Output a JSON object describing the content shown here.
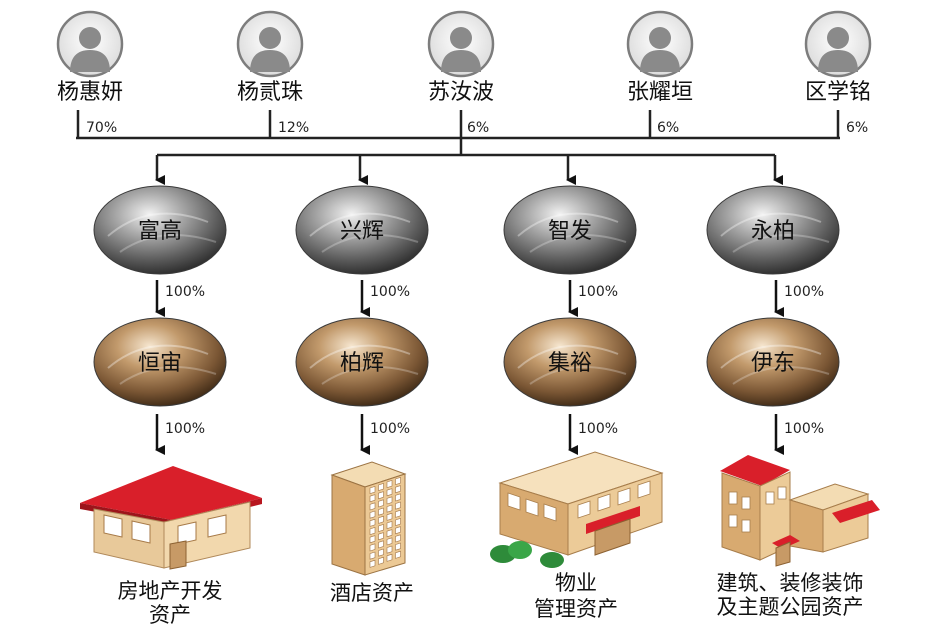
{
  "shareholders": [
    {
      "name": "杨惠妍",
      "share": "70%"
    },
    {
      "name": "杨贰珠",
      "share": "12%"
    },
    {
      "name": "苏汝波",
      "share": "6%"
    },
    {
      "name": "张耀垣",
      "share": "6%"
    },
    {
      "name": "区学铭",
      "share": "6%"
    }
  ],
  "holding_companies": [
    {
      "name": "富高",
      "share": "100%"
    },
    {
      "name": "兴辉",
      "share": "100%"
    },
    {
      "name": "智发",
      "share": "100%"
    },
    {
      "name": "永柏",
      "share": "100%"
    }
  ],
  "subsidiaries": [
    {
      "name": "恒宙",
      "share": "100%"
    },
    {
      "name": "柏辉",
      "share": "100%"
    },
    {
      "name": "集裕",
      "share": "100%"
    },
    {
      "name": "伊东",
      "share": "100%"
    }
  ],
  "assets": [
    {
      "line1": "房地产开发",
      "line2": "资产",
      "icon": "house-icon"
    },
    {
      "line1": "酒店资产",
      "line2": "",
      "icon": "hotel-building-icon"
    },
    {
      "line1": "物业",
      "line2": "管理资产",
      "icon": "property-management-building-icon"
    },
    {
      "line1": "建筑、装修装饰",
      "line2": "及主题公园资产",
      "icon": "construction-park-buildings-icon"
    }
  ],
  "colors": {
    "grey_sphere": "#6e6e6e",
    "bronze_sphere": "#8a6a48",
    "line": "#222222",
    "roof_red": "#d0202a",
    "wall_tan": "#e8c99a"
  }
}
